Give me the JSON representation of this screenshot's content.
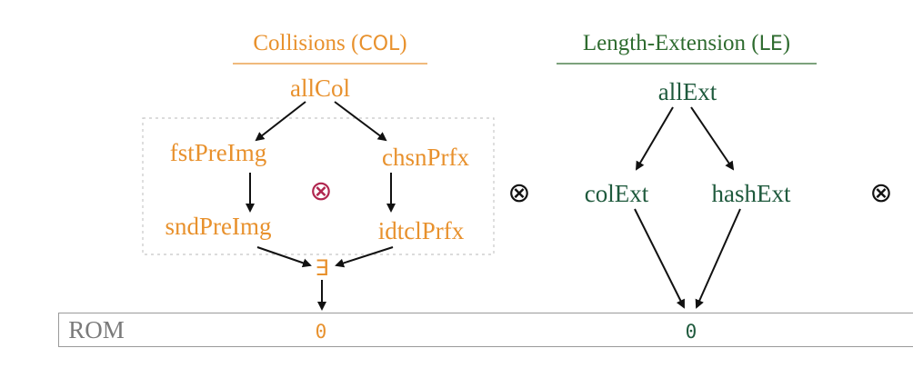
{
  "headers": {
    "col": {
      "text": "Collisions (",
      "tag": "COL",
      "close": ")",
      "color": "#e8912d"
    },
    "le": {
      "text": "Length-Extension (",
      "tag": "LE",
      "close": ")",
      "color": "#2e6b2f"
    }
  },
  "col_nodes": {
    "root": "allCol",
    "fst": "fstPreImg",
    "snd": "sndPreImg",
    "chsn": "chsnPrfx",
    "idtcl": "idtclPrfx",
    "exists": "∃",
    "otimes_inner": "⊗"
  },
  "le_nodes": {
    "root": "allExt",
    "col": "colExt",
    "hash": "hashExt"
  },
  "operators": {
    "between": "⊗",
    "right": "⊗"
  },
  "rom": {
    "label": "ROM",
    "col_value": "0",
    "le_value": "0"
  },
  "colors": {
    "orange": "#e8912d",
    "green": "#1f5a3d",
    "crimson": "#b0264f",
    "arrow": "#111111",
    "dotted_box": "#c8c8c8",
    "rom_border": "#9a9a9a"
  }
}
